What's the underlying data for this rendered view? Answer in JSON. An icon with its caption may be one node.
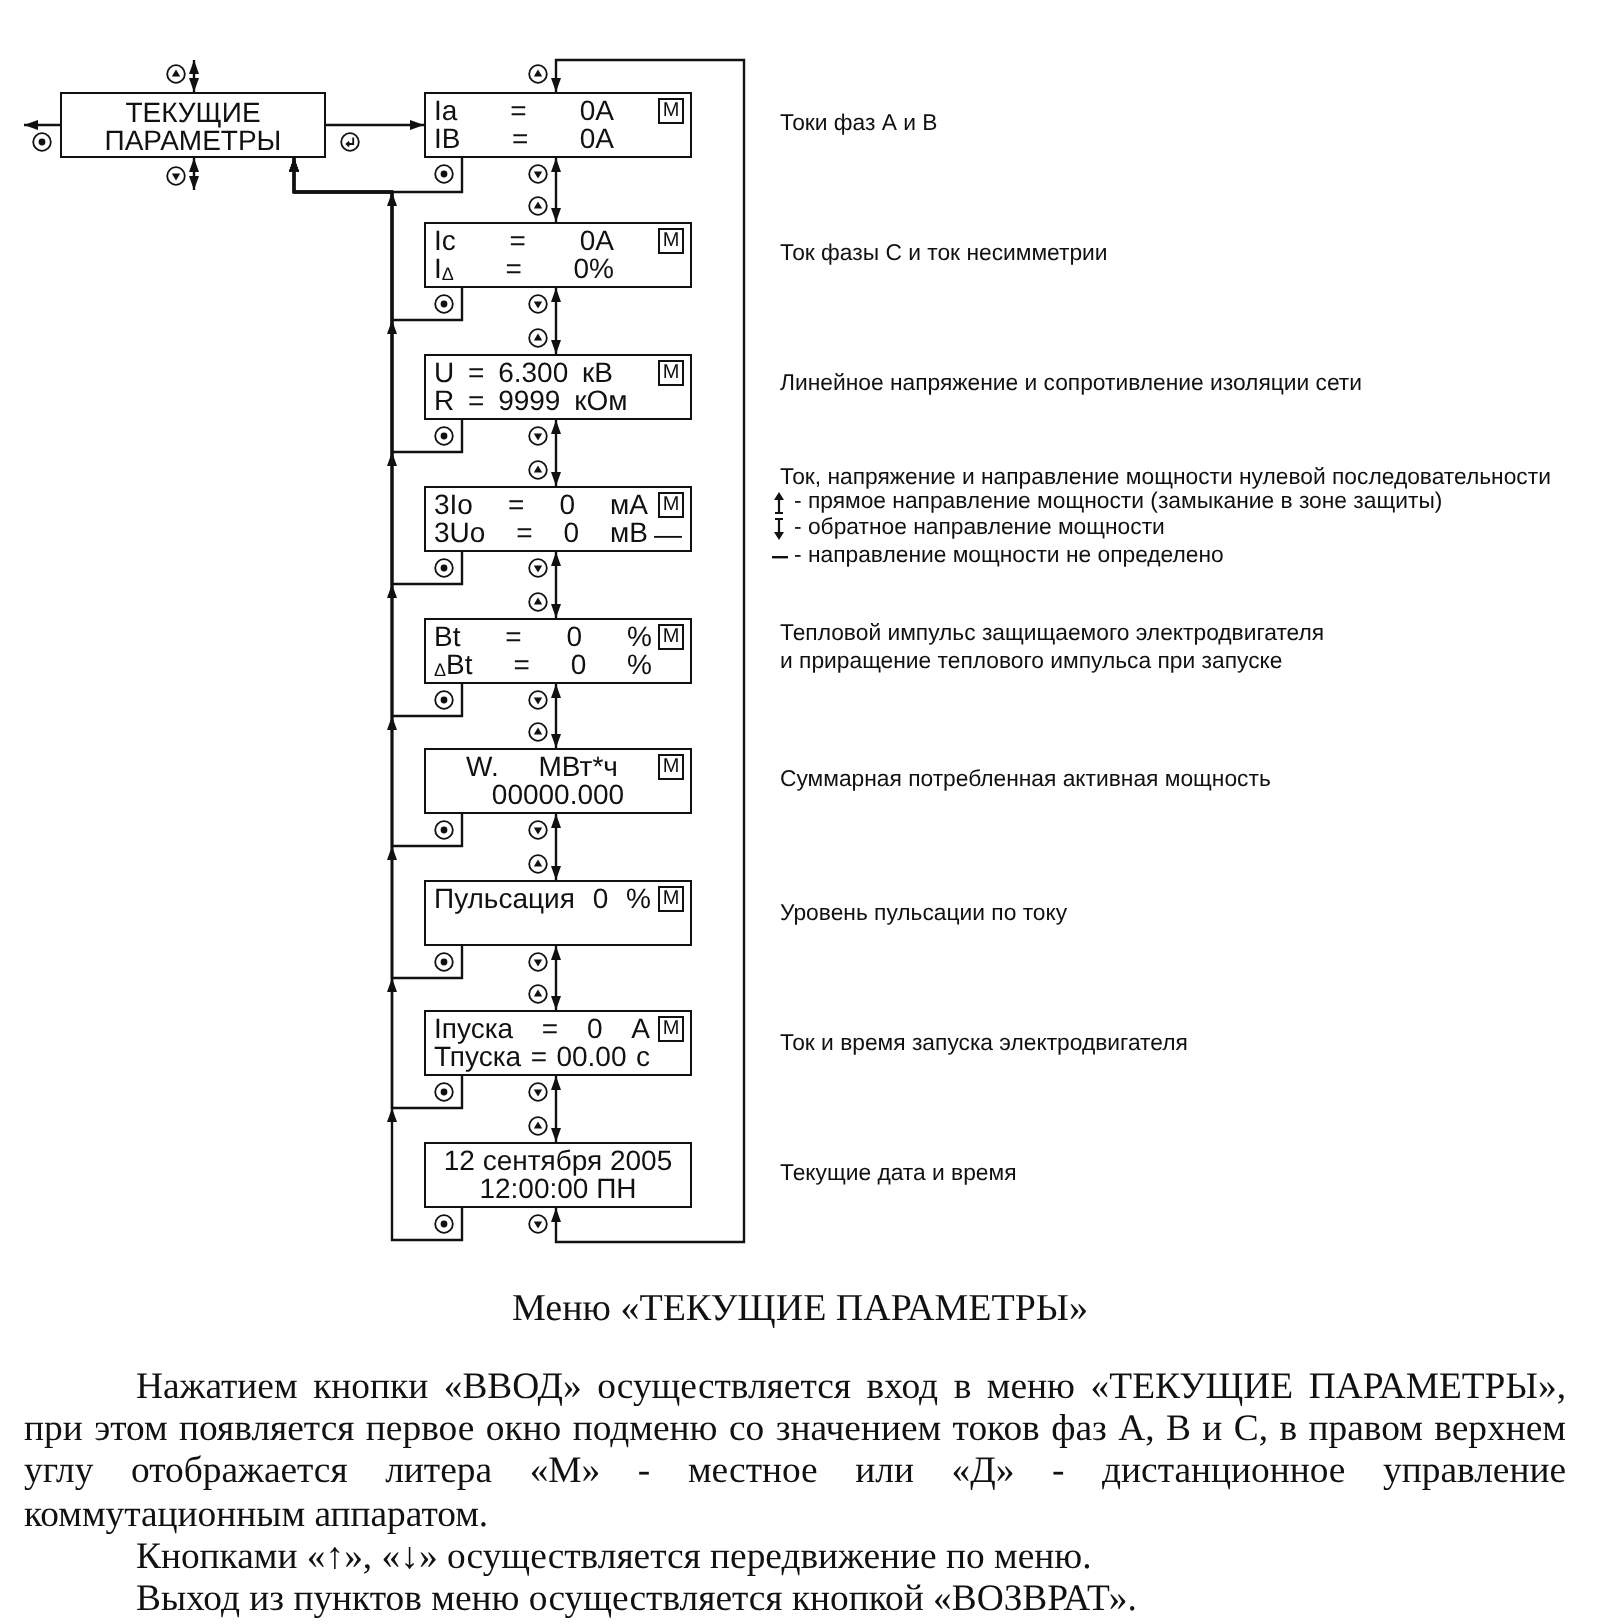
{
  "diagram": {
    "caption": "Меню «ТЕКУЩИЕ ПАРАМЕТРЫ»",
    "nodes": [
      {
        "text": [
          "ТЕКУЩИЕ ПАРАМЕТРЫ"
        ]
      },
      {
        "text": [
          "Ia = 0A",
          "IB = 0A"
        ],
        "beside": [
          "Токи фаз А и В"
        ]
      },
      {
        "text": [
          "М"
        ],
        "in": 1
      },
      {
        "text": [
          "Ic = 0A",
          "I$_{Δ}$ = 0%"
        ],
        "beside": [
          "Ток фазы С и ток несимметрии"
        ]
      },
      {
        "text": [
          "М"
        ],
        "in": 3
      },
      {
        "text": [
          "U = 6.300 кВ",
          "R = 9999 кОм"
        ],
        "beside": [
          "Линейное напряжение и сопротивление изоляции сети"
        ]
      },
      {
        "text": [
          "М"
        ],
        "in": 5
      },
      {
        "text": [
          "3Io = 0 мА",
          "3Uo = 0 мВ",
          "—"
        ],
        "beside": [
          "Ток, напряжение и направление мощности нулевой последовательности"
        ]
      },
      {
        "text": [
          "М"
        ],
        "in": 7
      },
      {
        "text": [
          "Bt = 0 %",
          "$_{Δ}$Bt = 0 %"
        ],
        "beside": [
          "Тепловой импульс защищаемого электродвигателя и приращение теплового импульса при запуске"
        ]
      },
      {
        "text": [
          "М"
        ],
        "in": 9
      },
      {
        "text": [
          "W. МВт*ч",
          "00000.000"
        ],
        "beside": [
          "Суммарная потребленная активная мощность"
        ]
      },
      {
        "text": [
          "М"
        ],
        "in": 11
      },
      {
        "text": [
          "Пульсация 0 %"
        ],
        "beside": [
          "Уровень пульсации по току"
        ]
      },
      {
        "text": [
          "М"
        ],
        "in": 13
      },
      {
        "text": [
          "Iпуска = 0 A",
          "Тпуска = 00.00 с"
        ],
        "beside": [
          "Ток и время запуска электродвигателя"
        ]
      },
      {
        "text": [
          "М"
        ],
        "in": 15
      },
      {
        "text": [
          "12 сентября 2005",
          "12:00:00 ПН"
        ],
        "beside": [
          "Текущие дата и время"
        ]
      }
    ],
    "edges": [
      {
        "from": null,
        "to": 0,
        "arrow": "both"
      },
      {
        "from": 0,
        "to": null,
        "arrow": "both"
      },
      {
        "from": 0,
        "to": null,
        "arrow": "to"
      },
      {
        "from": 0,
        "to": 1,
        "arrow": "to"
      },
      {
        "from": 1,
        "to": 3,
        "arrow": "both"
      },
      {
        "from": 3,
        "to": 5,
        "arrow": "both"
      },
      {
        "from": 5,
        "to": 7,
        "arrow": "both"
      },
      {
        "from": 7,
        "to": 9,
        "arrow": "both"
      },
      {
        "from": 9,
        "to": 11,
        "arrow": "both"
      },
      {
        "from": 11,
        "to": 13,
        "arrow": "both"
      },
      {
        "from": 13,
        "to": 15,
        "arrow": "both"
      },
      {
        "from": 15,
        "to": 17,
        "arrow": "both"
      },
      {
        "from": 17,
        "to": 1,
        "arrow": "both"
      },
      {
        "from": 1,
        "to": 0,
        "arrow": "to"
      },
      {
        "from": 3,
        "to": 0,
        "arrow": "to"
      },
      {
        "from": 5,
        "to": 0,
        "arrow": "to"
      },
      {
        "from": 7,
        "to": 0,
        "arrow": "to"
      },
      {
        "from": 9,
        "to": 0,
        "arrow": "to"
      },
      {
        "from": 11,
        "to": 0,
        "arrow": "to"
      },
      {
        "from": 13,
        "to": 0,
        "arrow": "to"
      },
      {
        "from": 15,
        "to": 0,
        "arrow": "to"
      },
      {
        "from": 17,
        "to": 0,
        "arrow": "to"
      }
    ],
    "labels": [
      "Нажатием кнопки «ВВОД» осуществляется вход в меню «ТЕКУЩИЕ ПАРАМЕТРЫ», при этом появляется первое окно подменю со значением токов фаз А, В и С, в правом верхнем углу отображается литера «М» - местное или «Д» - дистанционное управление коммутационным аппаратом.",
      "Кнопками «↑», «↓» осуществляется передвижение по меню.",
      "Выход из пунктов меню осуществляется кнопкой «ВОЗВРАТ»."
    ],
    "legend": [
      {
        "text": "- прямое направление мощности (замыкание в зоне защиты)"
      },
      {
        "text": "- обратное направление мощности"
      },
      {
        "text": "- направление мощности не определено"
      }
    ]
  }
}
